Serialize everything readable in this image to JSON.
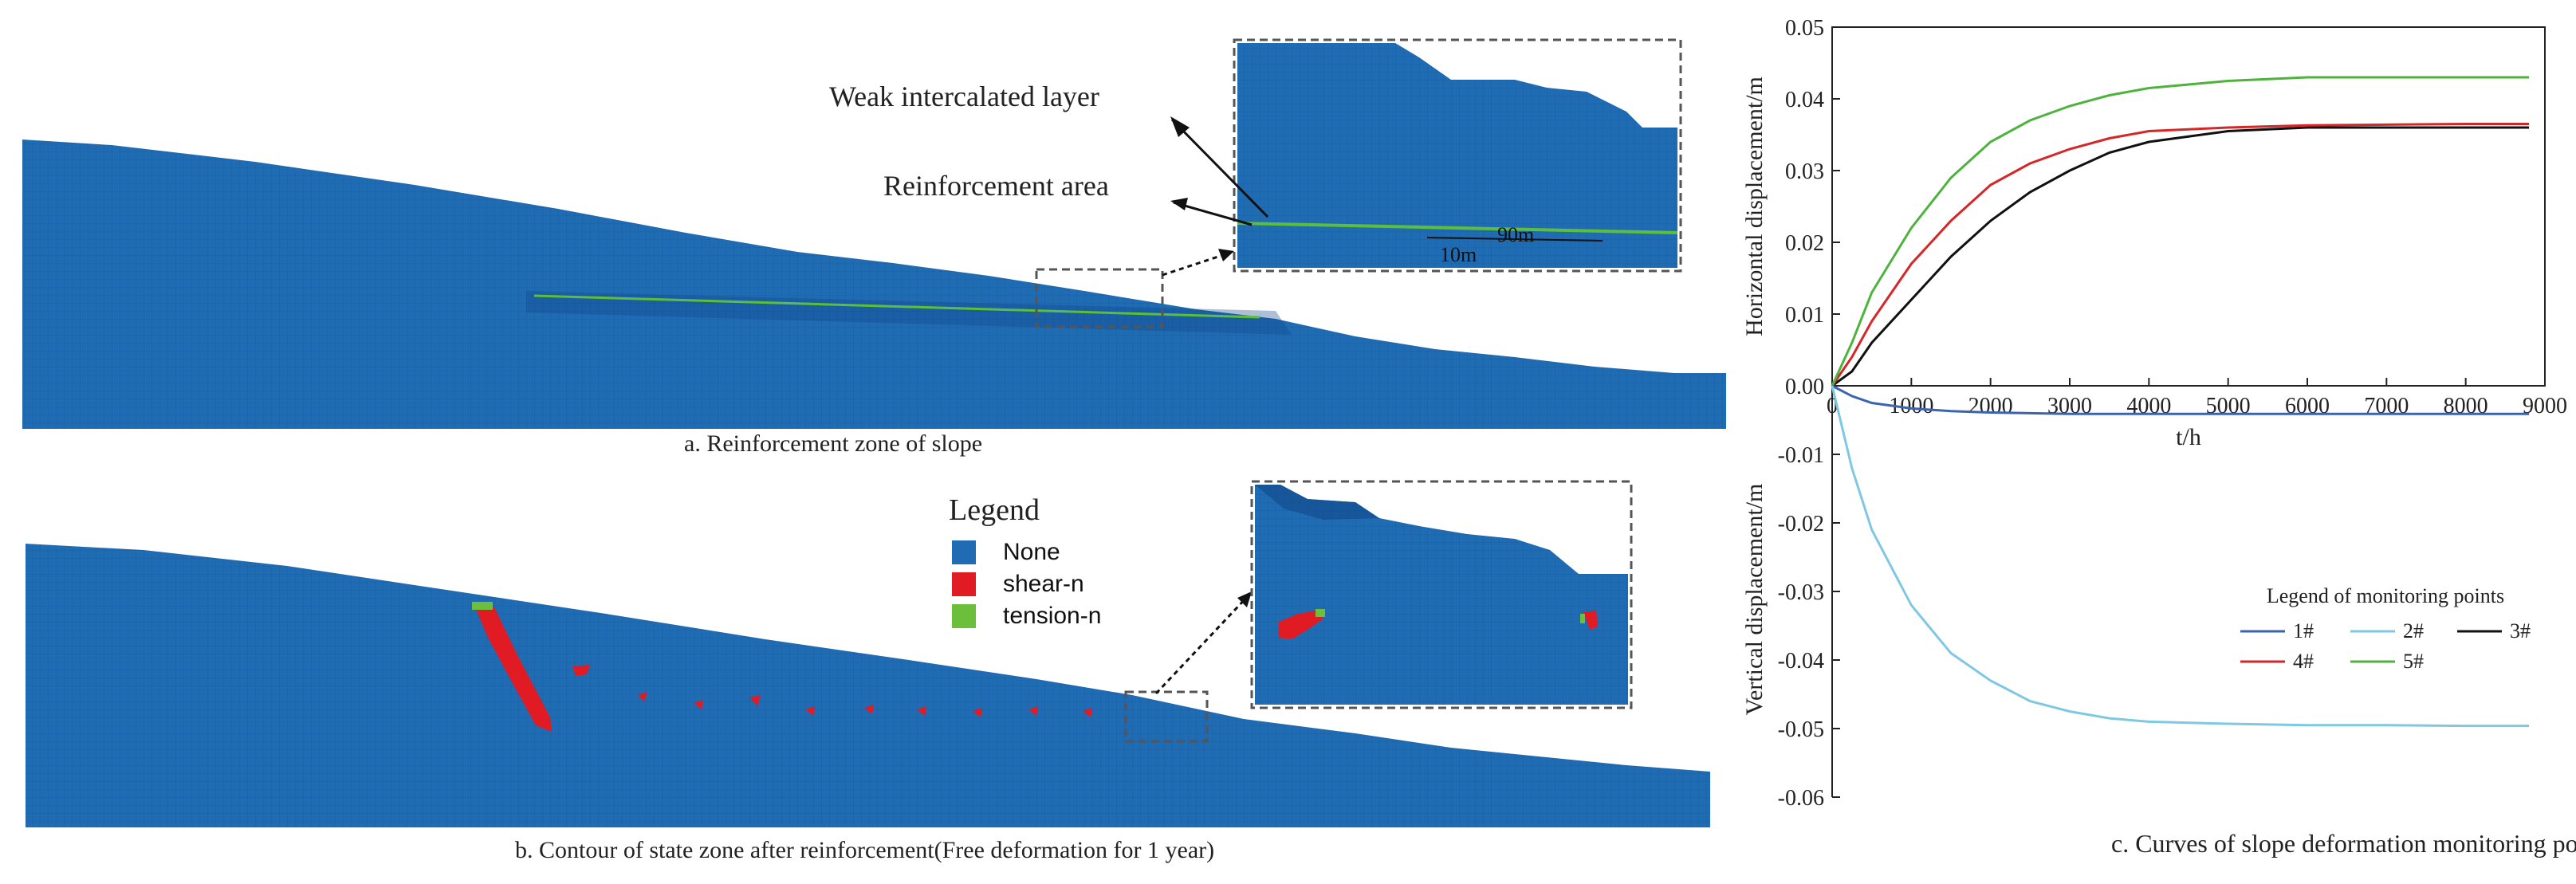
{
  "colors": {
    "mesh": "#1f6cb5",
    "mesh_dark": "#12488a",
    "shear": "#e01b24",
    "tension": "#6cbf3a",
    "weak_layer": "#5cbf3a"
  },
  "panel_a": {
    "caption": "a. Reinforcement zone of slope",
    "annotation_weak": "Weak intercalated layer",
    "annotation_reinforcement": "Reinforcement area",
    "dim_top": "90m",
    "dim_bottom": "10m"
  },
  "panel_b": {
    "caption": "b. Contour of state zone after reinforcement(Free deformation for 1 year)",
    "legend_title": "Legend",
    "legend_items": [
      {
        "label": "None",
        "color": "#1f6cb5"
      },
      {
        "label": "shear-n",
        "color": "#e01b24"
      },
      {
        "label": "tension-n",
        "color": "#6cbf3a"
      }
    ]
  },
  "chart_data": [
    {
      "type": "line",
      "title": "",
      "xlabel": "t/h",
      "ylabel": "Horizontal displacement/m",
      "xlim": [
        0,
        9000
      ],
      "ylim": [
        0,
        0.05
      ],
      "x_ticks": [
        "0",
        "1000",
        "2000",
        "3000",
        "4000",
        "5000",
        "6000",
        "7000",
        "8000",
        "9000"
      ],
      "y_ticks": [
        "0.00",
        "0.01",
        "0.02",
        "0.03",
        "0.04",
        "0.05"
      ],
      "x": [
        0,
        250,
        500,
        1000,
        1500,
        2000,
        2500,
        3000,
        3500,
        4000,
        5000,
        6000,
        7000,
        8000,
        8800
      ],
      "series": [
        {
          "name": "3#",
          "color": "#111111",
          "values": [
            0,
            0.002,
            0.006,
            0.012,
            0.018,
            0.023,
            0.027,
            0.03,
            0.0325,
            0.034,
            0.0355,
            0.036,
            0.036,
            0.036,
            0.036
          ]
        },
        {
          "name": "4#",
          "color": "#d62728",
          "values": [
            0,
            0.004,
            0.009,
            0.017,
            0.023,
            0.028,
            0.031,
            0.033,
            0.0345,
            0.0355,
            0.036,
            0.0363,
            0.0364,
            0.0365,
            0.0365
          ]
        },
        {
          "name": "5#",
          "color": "#4db33d",
          "values": [
            0,
            0.006,
            0.013,
            0.022,
            0.029,
            0.034,
            0.037,
            0.039,
            0.0405,
            0.0415,
            0.0425,
            0.043,
            0.043,
            0.043,
            0.043
          ]
        }
      ]
    },
    {
      "type": "line",
      "title": "",
      "xlabel": "",
      "ylabel": "Vertical displacement/m",
      "xlim": [
        0,
        9000
      ],
      "ylim": [
        -0.06,
        0
      ],
      "y_ticks": [
        "-0.01",
        "-0.02",
        "-0.03",
        "-0.04",
        "-0.05",
        "-0.06"
      ],
      "x": [
        0,
        250,
        500,
        1000,
        1500,
        2000,
        2500,
        3000,
        3500,
        4000,
        5000,
        6000,
        7000,
        8000,
        8800
      ],
      "series": [
        {
          "name": "1#",
          "color": "#3a63b0",
          "values": [
            0,
            -0.0015,
            -0.0025,
            -0.0033,
            -0.0037,
            -0.0039,
            -0.004,
            -0.0041,
            -0.0041,
            -0.0041,
            -0.0041,
            -0.0041,
            -0.0041,
            -0.0041,
            -0.0041
          ]
        },
        {
          "name": "2#",
          "color": "#7ec8e3",
          "values": [
            0,
            -0.012,
            -0.021,
            -0.032,
            -0.039,
            -0.043,
            -0.046,
            -0.0475,
            -0.0485,
            -0.049,
            -0.0493,
            -0.0495,
            -0.0495,
            -0.0496,
            -0.0496
          ]
        }
      ],
      "legend_title": "Legend of monitoring points",
      "legend_placement": "lower-right",
      "legend_order": [
        "1#",
        "2#",
        "3#",
        "4#",
        "5#"
      ]
    }
  ],
  "panel_c": {
    "caption": "c. Curves of slope deformation monitoring points"
  }
}
